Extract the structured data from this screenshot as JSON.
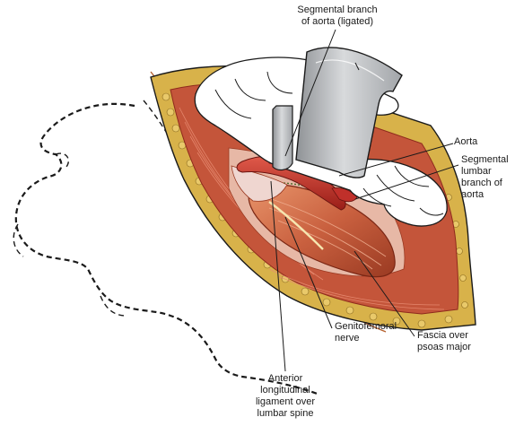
{
  "labels": {
    "segmental_branch_ligated": "Segmental branch\nof aorta (ligated)",
    "aorta": "Aorta",
    "segmental_lumbar_branch": "Segmental\nlumbar\nbranch of\naorta",
    "genitofemoral_nerve": "Genitofemoral\nnerve",
    "fascia_psoas": "Fascia over\npsoas major",
    "anterior_longitudinal_ligament": "Anterior\nlongitudinal\nligament over\nlumbar spine"
  },
  "colors": {
    "muscle": "#c4553a",
    "muscle_dark": "#8e2a1c",
    "fat": "#d8b24a",
    "fat_dark": "#8a6a1e",
    "aorta": "#c0302a",
    "psoas": "#c9603f",
    "retractor": "#b9bcc0",
    "skin_line": "#b5602e",
    "outline": "#1a1a1a"
  }
}
